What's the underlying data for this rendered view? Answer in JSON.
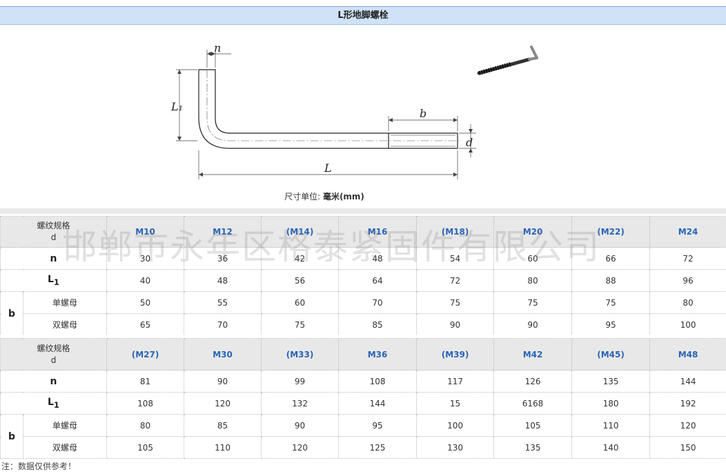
{
  "title": "L形地脚螺栓",
  "diagram": {
    "label_n": "n",
    "label_L1": "L₁",
    "label_b": "b",
    "label_d": "d",
    "label_L": "L"
  },
  "unit_prefix": "尺寸单位: ",
  "unit_value": "毫米(mm)",
  "watermark": "邯郸市永年区格泰紧固件有限公司",
  "table_labels": {
    "spec": "螺纹规格",
    "d": "d",
    "n": "n",
    "L1": "L",
    "L1_sub": "1",
    "b": "b",
    "single_nut": "单螺母",
    "double_nut": "双螺母"
  },
  "table1": {
    "sizes": [
      "M10",
      "M12",
      "(M14)",
      "M16",
      "(M18)",
      "M20",
      "(M22)",
      "M24"
    ],
    "n": [
      "30",
      "36",
      "42",
      "48",
      "54",
      "60",
      "66",
      "72"
    ],
    "L1": [
      "40",
      "48",
      "56",
      "64",
      "72",
      "80",
      "88",
      "96"
    ],
    "b_single": [
      "50",
      "55",
      "60",
      "70",
      "75",
      "75",
      "75",
      "80"
    ],
    "b_double": [
      "65",
      "70",
      "75",
      "85",
      "90",
      "90",
      "95",
      "100"
    ]
  },
  "table2": {
    "sizes": [
      "(M27)",
      "M30",
      "(M33)",
      "M36",
      "(M39)",
      "M42",
      "(M45)",
      "M48"
    ],
    "n": [
      "81",
      "90",
      "99",
      "108",
      "117",
      "126",
      "135",
      "144"
    ],
    "L1": [
      "108",
      "120",
      "132",
      "144",
      "15",
      "6168",
      "180",
      "192"
    ],
    "b_single": [
      "80",
      "85",
      "90",
      "95",
      "100",
      "105",
      "110",
      "120"
    ],
    "b_double": [
      "105",
      "110",
      "120",
      "125",
      "130",
      "135",
      "140",
      "150"
    ]
  },
  "note": "注：数据仅供参考！"
}
